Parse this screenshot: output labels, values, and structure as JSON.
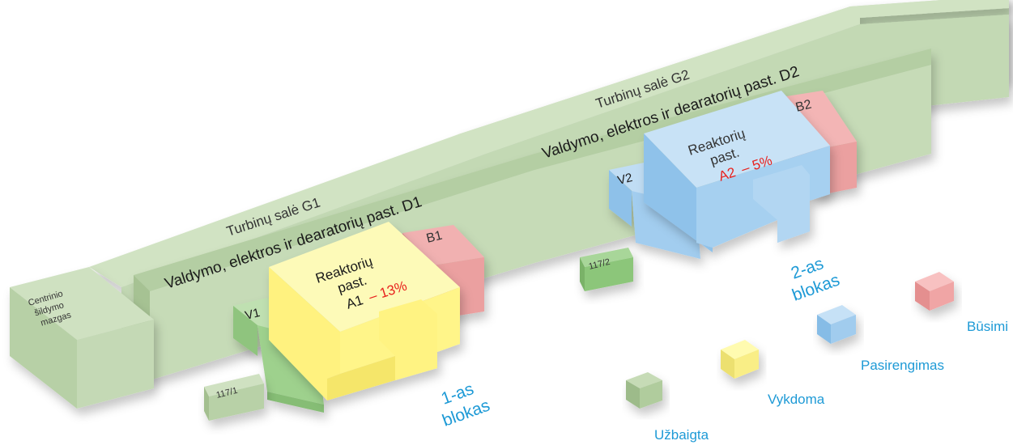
{
  "buildings": {
    "turbine_g1": "Turbinų salė G1",
    "turbine_g2": "Turbinų salė G2",
    "control_d1": "Valdymo, elektros ir dearatorių past. D1",
    "control_d2": "Valdymo, elektros ir dearatorių past. D2",
    "heating_line1": "Centrinio",
    "heating_line2": "šildymo",
    "heating_line3": "mazgas",
    "reactor1_line1": "Reaktorių",
    "reactor1_line2": "past.",
    "reactor1_code": "A1",
    "reactor1_progress": "– 13%",
    "reactor2_line1": "Reaktorių",
    "reactor2_line2": "past.",
    "reactor2_code": "A2",
    "reactor2_progress": "– 5%",
    "b1": "B1",
    "b2": "B2",
    "v1": "V1",
    "v2": "V2",
    "b117_1": "117/1",
    "b117_2": "117/2"
  },
  "blocks": {
    "block1_line1": "1-as",
    "block1_line2": "blokas",
    "block2_line1": "2-as",
    "block2_line2": "blokas"
  },
  "progress": {
    "reactor1_percent": 13,
    "reactor2_percent": 5
  },
  "legend": {
    "done": "Užbaigta",
    "in_progress": "Vykdoma",
    "preparation": "Pasirengimas",
    "future": "Būsimi"
  },
  "colors": {
    "done": "#a9c89a",
    "in_progress": "#fff38a",
    "preparation": "#9dcaef",
    "future": "#f0a2a2",
    "label_blue": "#1e9ad6",
    "progress_red": "#e8211d"
  }
}
